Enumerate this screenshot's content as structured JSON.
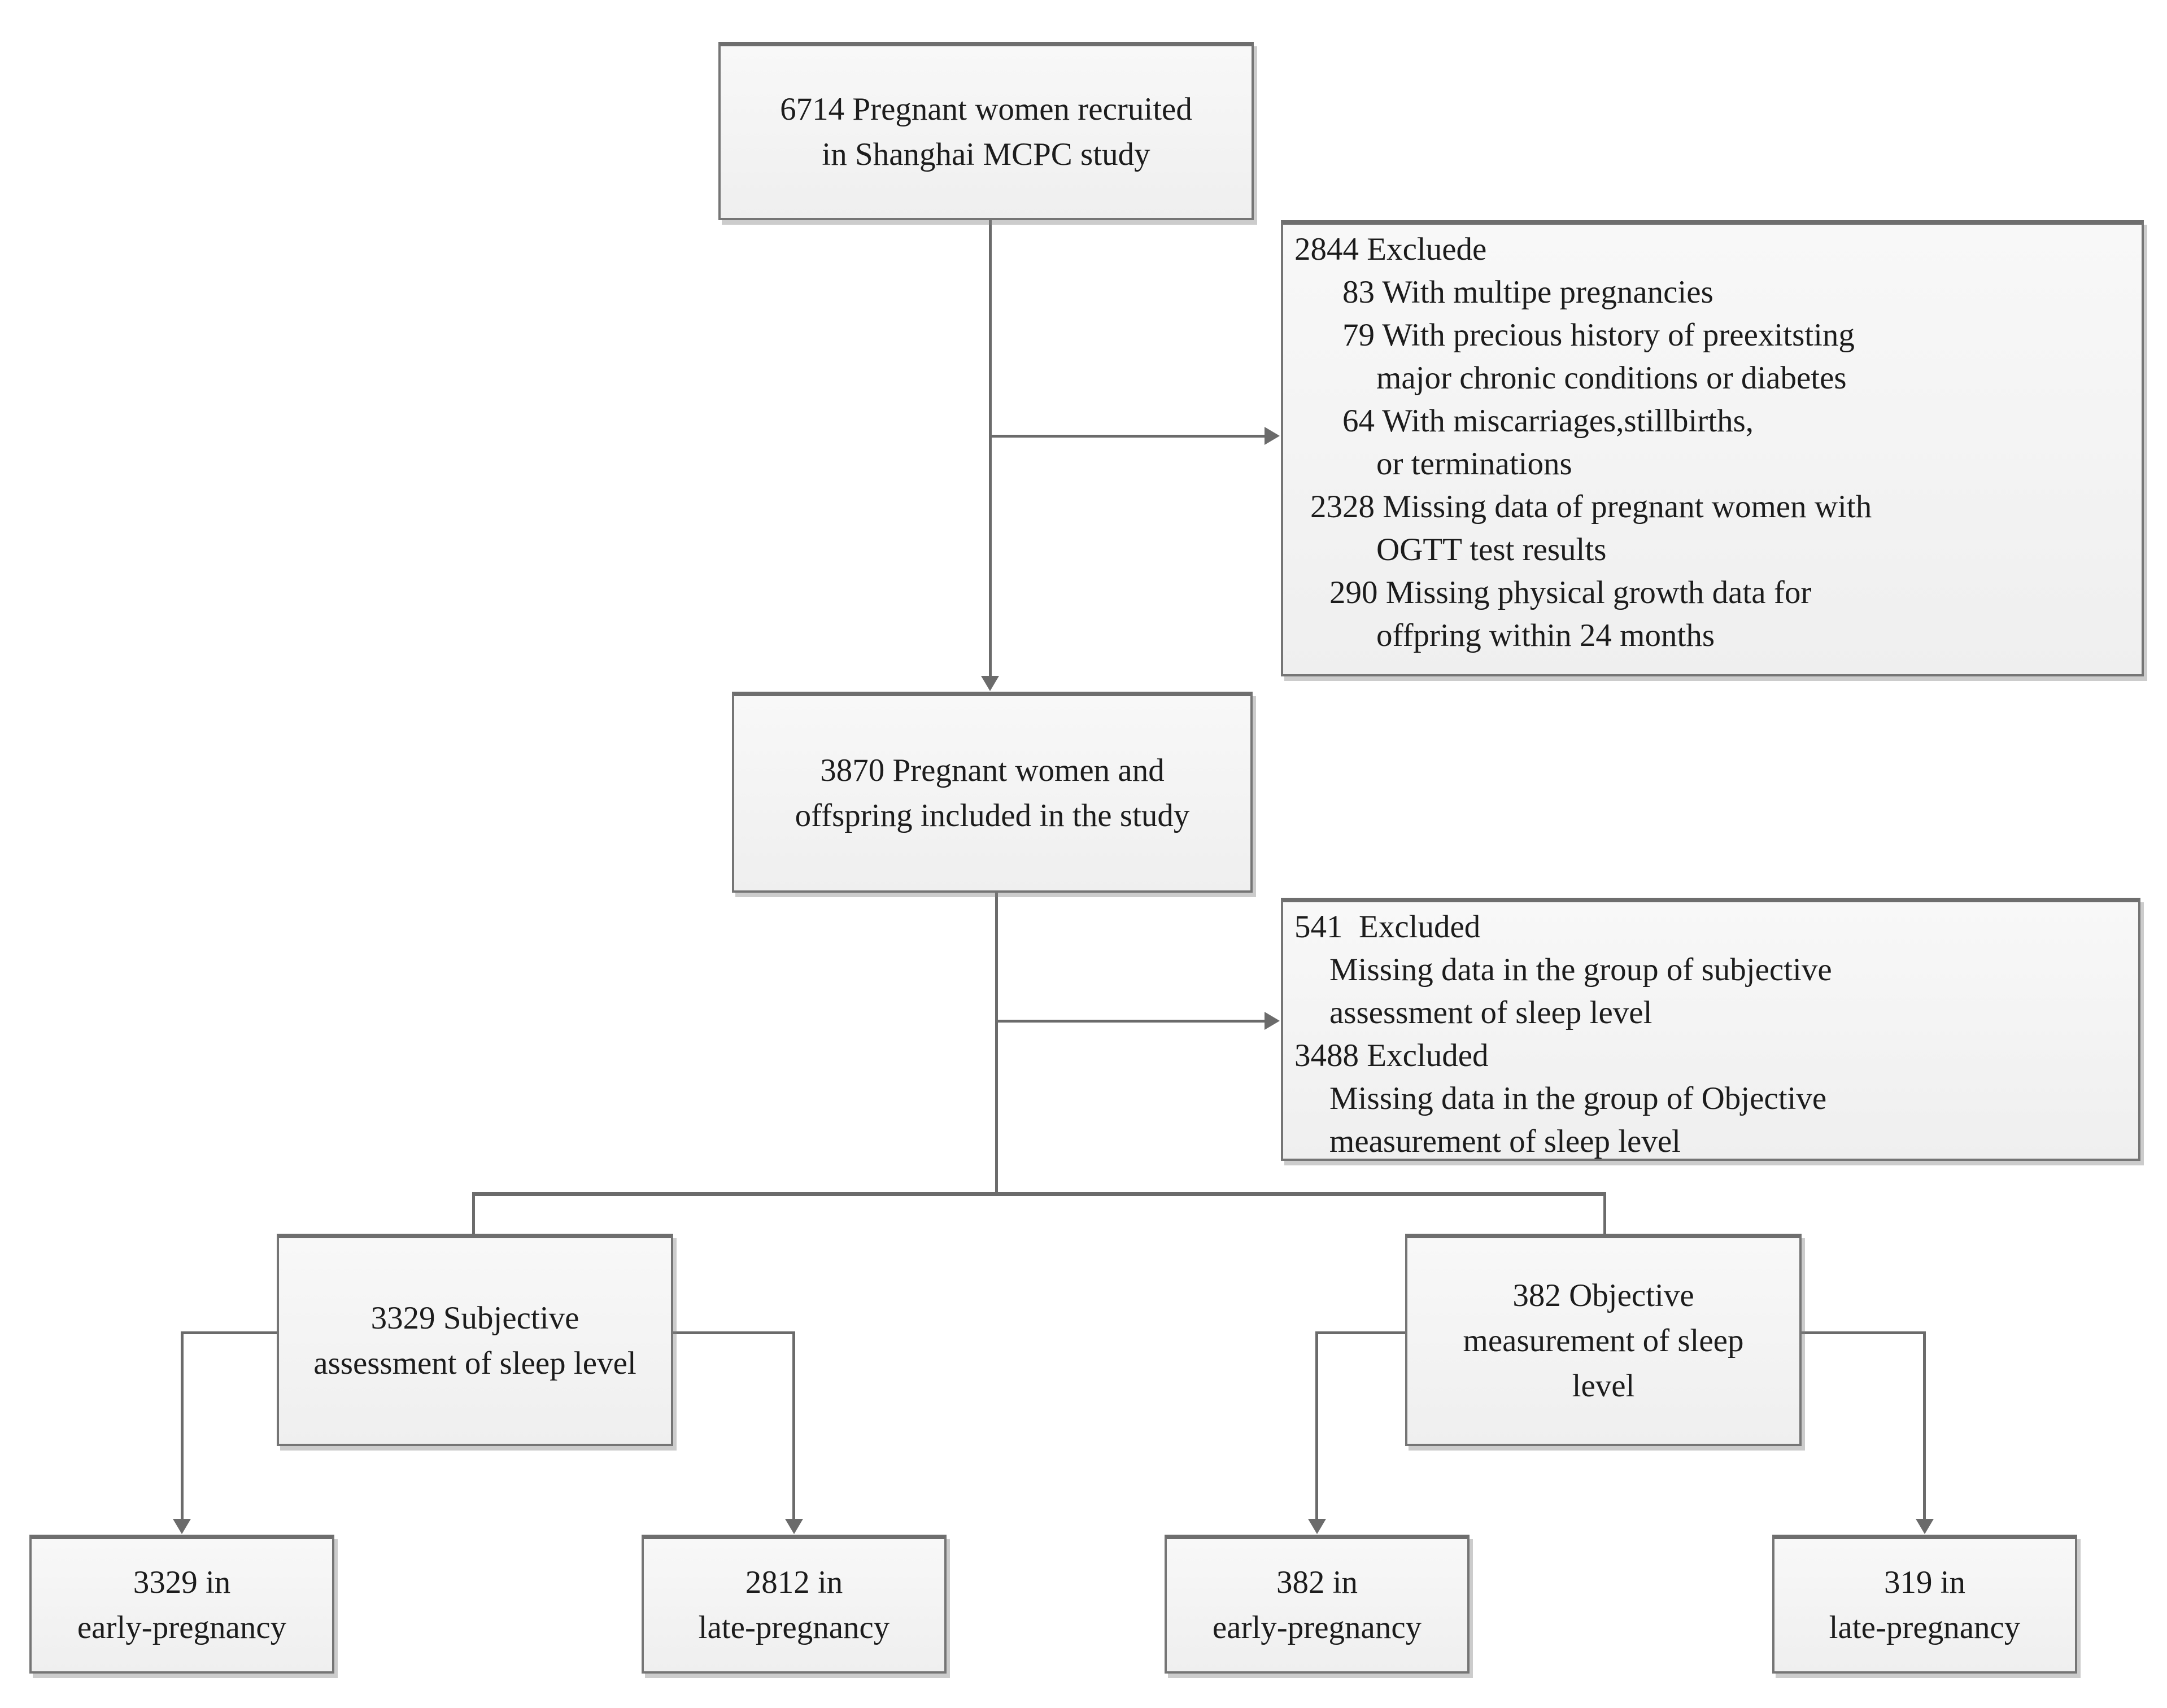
{
  "diagram": {
    "type": "study-flowchart",
    "colors": {
      "box_fill": "#f2f2f2",
      "box_border": "#757575",
      "connector_line": "#6b6b6b",
      "text": "#1c1c1c",
      "background": "#ffffff"
    },
    "boxes": {
      "recruited": {
        "lines": [
          "6714 Pregnant women recruited",
          "in Shanghai MCPC study"
        ]
      },
      "excluded_first": {
        "lines": [
          "2844 Excluede",
          "83 With multipe pregnancies",
          "79 With precious history of preexitsting",
          "major chronic conditions or diabetes",
          "64 With miscarriages,stillbirths,",
          "or terminations",
          "2328 Missing data of pregnant women with",
          "OGTT test results",
          "290 Missing physical growth data for",
          "offpring within 24 months"
        ]
      },
      "included": {
        "lines": [
          "3870 Pregnant women and",
          "offspring included in the study"
        ]
      },
      "excluded_second": {
        "lines": [
          "541  Excluded",
          "Missing data in the group of subjective",
          "assessment of sleep level",
          "3488 Excluded",
          "Missing data in the group of Objective",
          "measurement of sleep level"
        ]
      },
      "subjective": {
        "lines": [
          "3329 Subjective",
          "assessment of sleep level"
        ]
      },
      "objective": {
        "lines": [
          "382 Objective",
          "measurement of sleep",
          "level"
        ]
      },
      "subjective_early": {
        "lines": [
          "3329 in",
          "early-pregnancy"
        ]
      },
      "subjective_late": {
        "lines": [
          "2812 in",
          "late-pregnancy"
        ]
      },
      "objective_early": {
        "lines": [
          "382 in",
          "early-pregnancy"
        ]
      },
      "objective_late": {
        "lines": [
          "319 in",
          "late-pregnancy"
        ]
      }
    }
  }
}
